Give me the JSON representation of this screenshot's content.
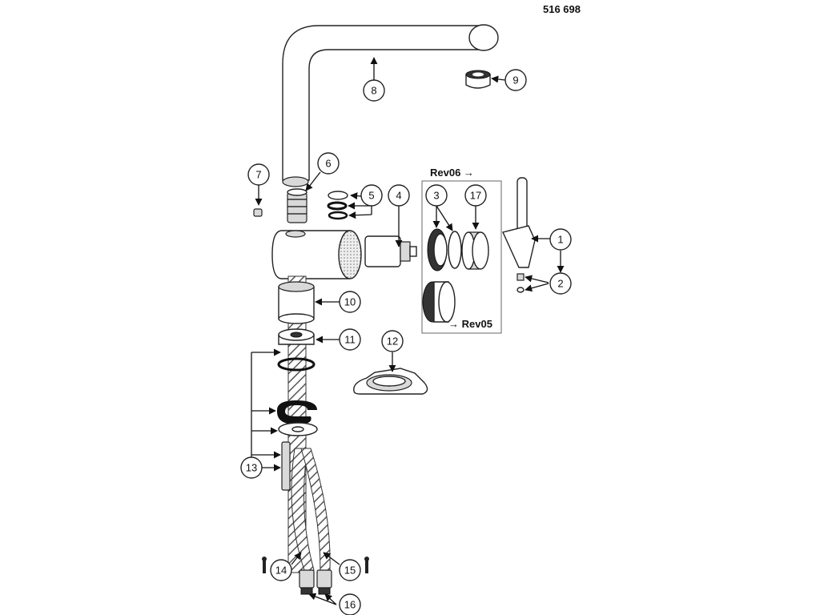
{
  "document": {
    "part_number": "516 698",
    "revision_new": "Rev06 →",
    "revision_old": "→ Rev05"
  },
  "callouts": [
    "1",
    "2",
    "3",
    "4",
    "5",
    "6",
    "7",
    "8",
    "9",
    "10",
    "11",
    "12",
    "13",
    "14",
    "15",
    "16",
    "17"
  ]
}
